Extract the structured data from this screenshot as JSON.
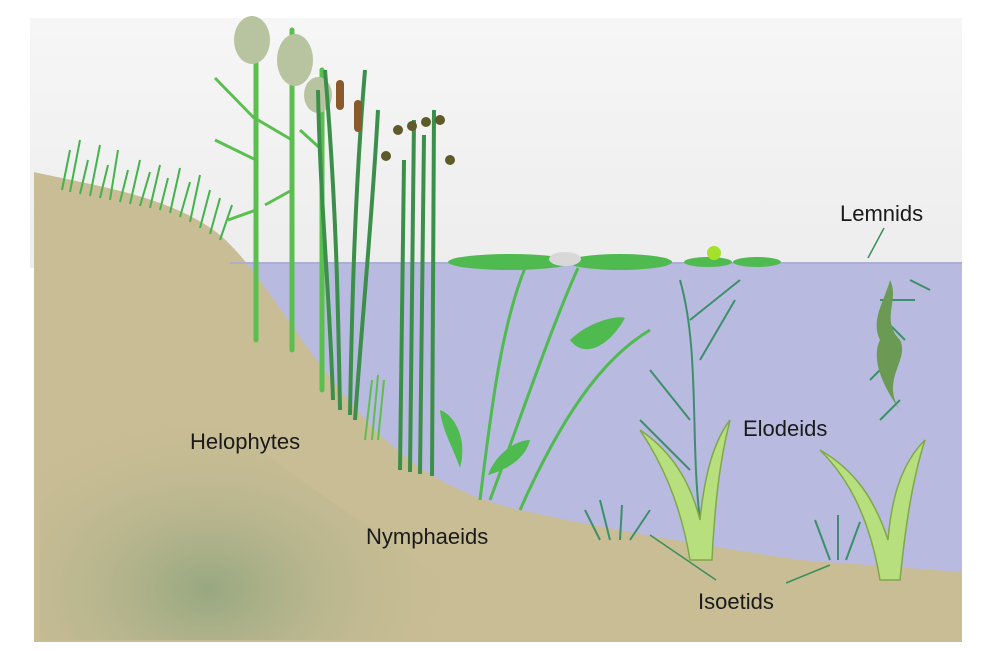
{
  "labels": {
    "lemnids": "Lemnids",
    "helophytes": "Helophytes",
    "elodeids": "Elodeids",
    "nymphaeids": "Nymphaeids",
    "isoetids": "Isoetids"
  },
  "colors": {
    "sky": "#f3f3f3",
    "water": "#b9badf",
    "soil": "#c9bd95",
    "soil_shadow": "#9fae86",
    "plant_light": "#5bbf4f",
    "plant_dark": "#3c8f4a",
    "label_line": "#3d8f5a"
  }
}
